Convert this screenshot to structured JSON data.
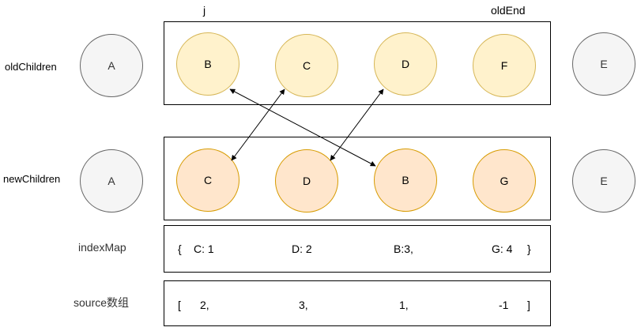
{
  "pointers": {
    "j": "j",
    "old_end": "oldEnd"
  },
  "labels": {
    "old_children": "oldChildren",
    "new_children": "newChildren",
    "index_map": "indexMap",
    "source": "source数组"
  },
  "old_row": {
    "outside_left": "A",
    "nodes": [
      "B",
      "C",
      "D",
      "F"
    ],
    "outside_right": "E"
  },
  "new_row": {
    "outside_left": "A",
    "nodes": [
      "C",
      "D",
      "B",
      "G"
    ],
    "outside_right": "E"
  },
  "index_map": {
    "open": "{",
    "entries": [
      "C: 1",
      "D: 2",
      "B:3,",
      "G: 4"
    ],
    "close": "}"
  },
  "source": {
    "open": "[",
    "values": [
      "2,",
      "3,",
      "1,",
      "-1"
    ],
    "close": "]"
  },
  "colors": {
    "old_fill": "#fff2cc",
    "old_stroke": "#d6b656",
    "new_fill": "#ffe6cc",
    "new_stroke": "#d79b00",
    "outside_fill": "#f5f5f5",
    "outside_stroke": "#666666"
  }
}
